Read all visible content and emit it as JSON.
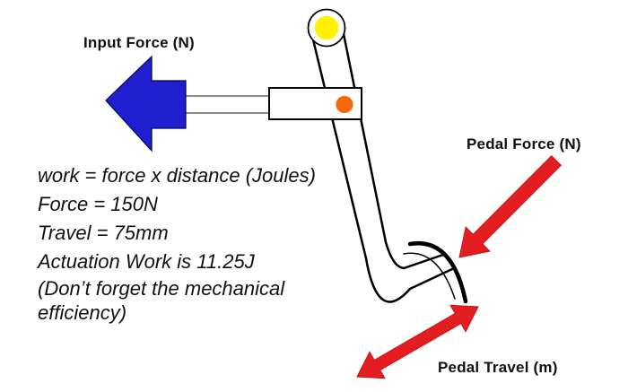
{
  "labels": {
    "input_force": "Input Force (N)",
    "pedal_force": "Pedal Force (N)",
    "pedal_travel": "Pedal Travel (m)"
  },
  "notes": {
    "lines": [
      "work = force x distance (Joules)",
      "Force = 150N",
      "Travel = 75mm",
      "Actuation Work is 11.25J",
      "(Don’t forget the mechanical",
      "efficiency)"
    ]
  },
  "colors": {
    "input_arrow": "#1F1FCF",
    "input_arrow_edge": "#000060",
    "pedal_arrow": "#E41E20",
    "pedal_arrow_edge": "#C01818",
    "pivot_bush": "#FFF200",
    "clevis_pin": "#F4690B",
    "linework": "#000000",
    "pushrod_gray": "#8C8C8C"
  }
}
